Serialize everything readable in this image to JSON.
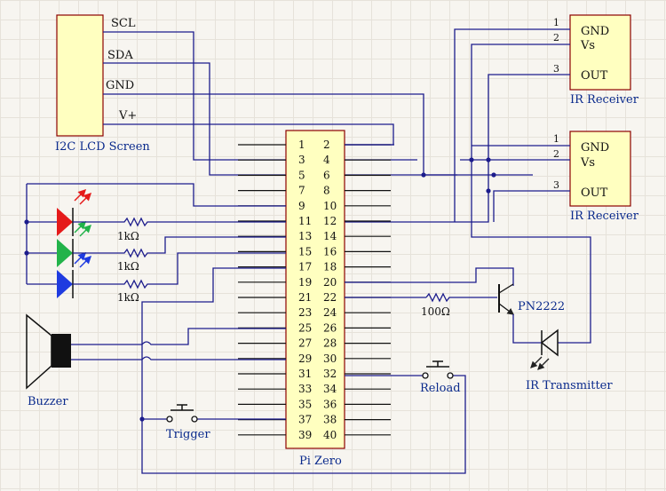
{
  "lcd": {
    "title": "I2C LCD Screen",
    "pins": [
      "SCL",
      "SDA",
      "GND",
      "V+"
    ]
  },
  "ir_receiver_1": {
    "title": "IR Receiver",
    "pin_names": [
      "GND",
      "Vs",
      "OUT"
    ],
    "pin_numbers": [
      "1",
      "2",
      "3"
    ]
  },
  "ir_receiver_2": {
    "title": "IR Receiver",
    "pin_names": [
      "GND",
      "Vs",
      "OUT"
    ],
    "pin_numbers": [
      "1",
      "2",
      "3"
    ]
  },
  "pi": {
    "title": "Pi Zero",
    "left_pins": [
      "1",
      "3",
      "5",
      "7",
      "9",
      "11",
      "13",
      "15",
      "17",
      "19",
      "21",
      "23",
      "25",
      "27",
      "29",
      "31",
      "33",
      "35",
      "37",
      "39"
    ],
    "right_pins": [
      "2",
      "4",
      "6",
      "8",
      "10",
      "12",
      "14",
      "16",
      "18",
      "20",
      "22",
      "24",
      "26",
      "28",
      "30",
      "32",
      "34",
      "36",
      "38",
      "40"
    ]
  },
  "resistors": {
    "r1": "1kΩ",
    "r2": "1kΩ",
    "r3": "1kΩ",
    "r_base": "100Ω"
  },
  "transistor": {
    "label": "PN2222"
  },
  "ir_transmitter": {
    "label": "IR Transmitter"
  },
  "buzzer": {
    "label": "Buzzer"
  },
  "trigger": {
    "label": "Trigger"
  },
  "reload": {
    "label": "Reload"
  },
  "colors": {
    "wire": "#1c1c8c",
    "component": "#8b0000",
    "label": "#0a2a8c",
    "box_fill": "#ffffc0",
    "led_red": "#e51a1a",
    "led_green": "#22b34a",
    "led_blue": "#1f3be0"
  }
}
